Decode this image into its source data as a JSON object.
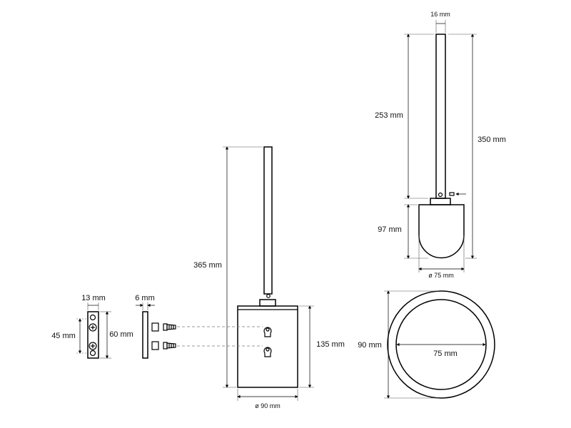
{
  "dimensions": {
    "brush_handle_width": "16 mm",
    "brush_handle_length": "253 mm",
    "brush_total_length": "350 mm",
    "brush_head_length": "97 mm",
    "brush_head_diameter": "ø 75 mm",
    "ring_outer": "90 mm",
    "ring_inner": "75 mm",
    "holder_total_height": "365 mm",
    "holder_container_height": "135 mm",
    "holder_container_diameter": "ø 90 mm",
    "bracket_width": "13 mm",
    "bracket_hole_spacing": "45 mm",
    "bracket_height": "60 mm",
    "plate_thickness": "6 mm"
  }
}
